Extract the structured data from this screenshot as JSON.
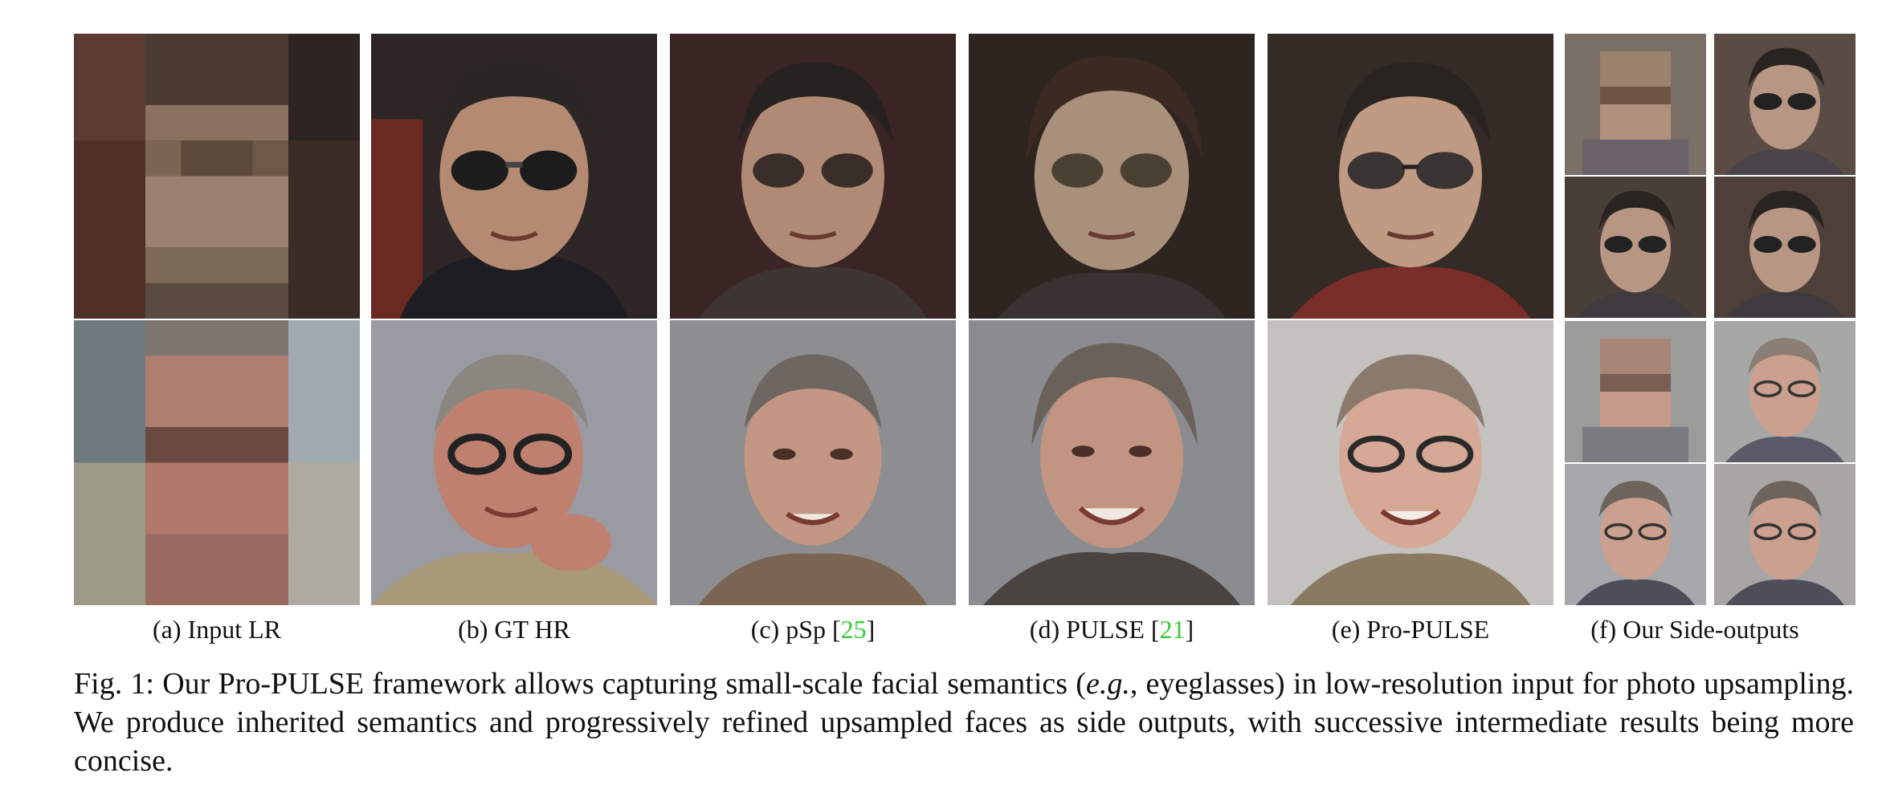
{
  "subcaptions": {
    "a": "(a) Input LR",
    "b": "(b) GT HR",
    "c_text": "(c) pSp [",
    "c_ref": "25",
    "c_close": "]",
    "d_text": "(d) PULSE [",
    "d_ref": "21",
    "d_close": "]",
    "e": "(e) Pro-PULSE",
    "f": "(f) Our Side-outputs"
  },
  "caption": {
    "label": "Fig. 1:",
    "part1": " Our Pro-PULSE framework allows capturing small-scale facial semantics (",
    "eg": "e.g.",
    "part2": ", eyeglasses) in low-resolution input for photo upsampling. We produce inherited semantics and progressively refined upsampled faces as side outputs, with successive intermediate results being more concise."
  },
  "colors": {
    "citation": "#33cc33"
  }
}
